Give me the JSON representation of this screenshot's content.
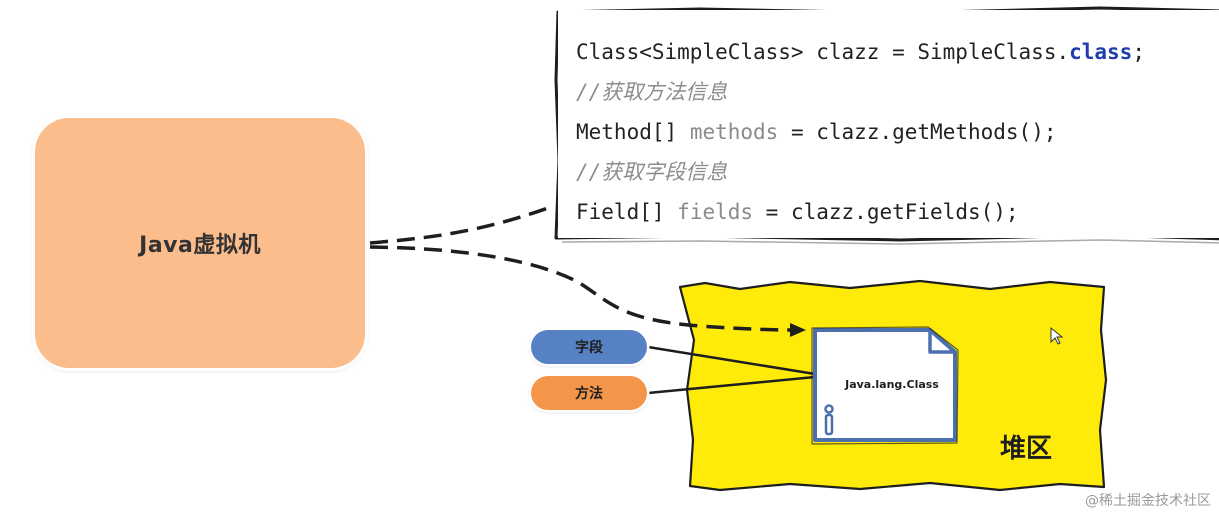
{
  "jvm": {
    "label": "Java虚拟机"
  },
  "code": {
    "line1": {
      "type": "Class<SimpleClass>",
      "var": "clazz",
      "eq": " = SimpleClass.",
      "kw": "class",
      "end": ";"
    },
    "line2": "//获取方法信息",
    "line3": {
      "type": "Method[]",
      "var": "methods",
      "rest": " = clazz.getMethods();"
    },
    "line4": "//获取字段信息",
    "line5": {
      "type": "Field[]",
      "var": "fields",
      "rest": " = clazz.getFields();"
    }
  },
  "pills": {
    "field": "字段",
    "method": "方法"
  },
  "class_icon": {
    "label": "Java.lang.Class"
  },
  "heap": {
    "label": "堆区"
  },
  "watermark": "@稀土掘金技术社区",
  "colors": {
    "jvm_fill": "#fbbd8c",
    "heap_fill": "#ffeb0a",
    "field_pill": "#5682c5",
    "method_pill": "#f4964a",
    "document_stroke": "#4c6fae",
    "keyword": "#1f3fae"
  }
}
